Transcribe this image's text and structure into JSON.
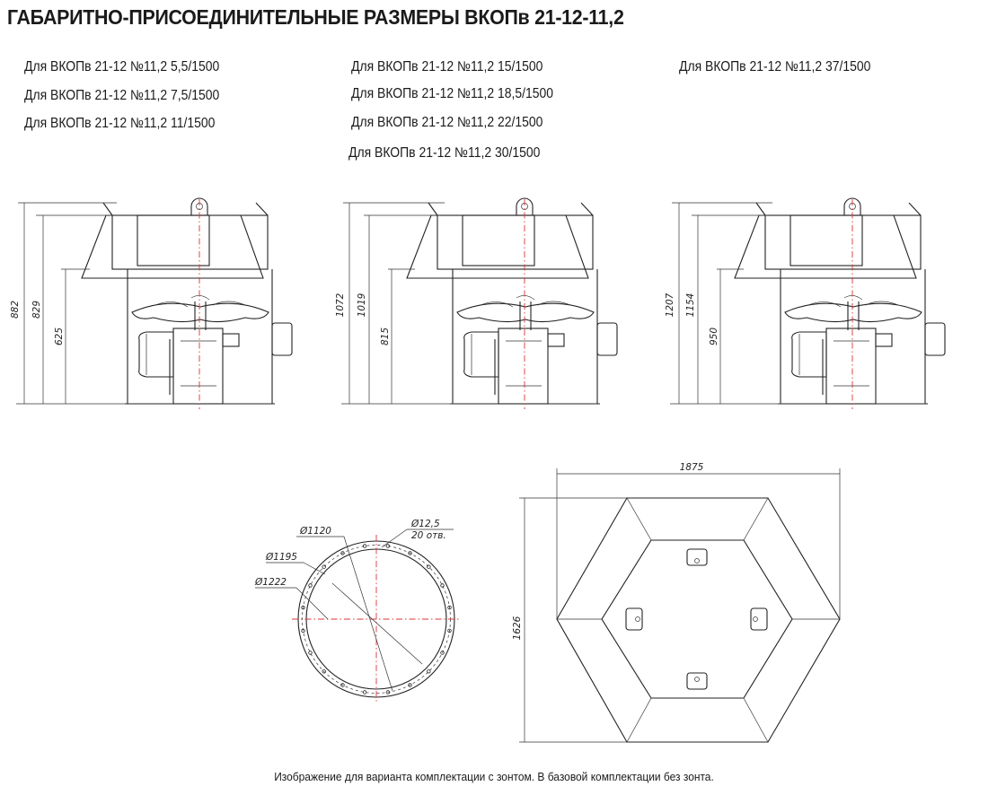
{
  "title": "ГАБАРИТНО-ПРИСОЕДИНИТЕЛЬНЫЕ РАЗМЕРЫ ВКОПв 21-12-11,2",
  "captions": {
    "col1": [
      "Для ВКОПв 21-12 №11,2  5,5/1500",
      "Для ВКОПв 21-12 №11,2  7,5/1500",
      "Для ВКОПв 21-12 №11,2  11/1500"
    ],
    "col2": [
      "Для ВКОПв 21-12 №11,2  15/1500",
      "Для ВКОПв 21-12 №11,2  18,5/1500",
      "Для ВКОПв 21-12 №11,2  22/1500",
      "Для ВКОПв 21-12 №11,2  30/1500"
    ],
    "col3": [
      "Для ВКОПв 21-12 №11,2  37/1500"
    ]
  },
  "views": [
    {
      "total": "882",
      "mid": "829",
      "low": "625"
    },
    {
      "total": "1072",
      "mid": "1019",
      "low": "815"
    },
    {
      "total": "1207",
      "mid": "1154",
      "low": "950"
    }
  ],
  "flange": {
    "d_inner": "Ø1120",
    "d_bolt": "Ø1195",
    "d_outer": "Ø1222",
    "hole": "Ø12,5",
    "hole_count": "20 отв."
  },
  "hexagon": {
    "width": "1875",
    "height": "1626"
  },
  "footer": "Изображение для варианта комплектации с зонтом. В базовой комплектации без зонта."
}
